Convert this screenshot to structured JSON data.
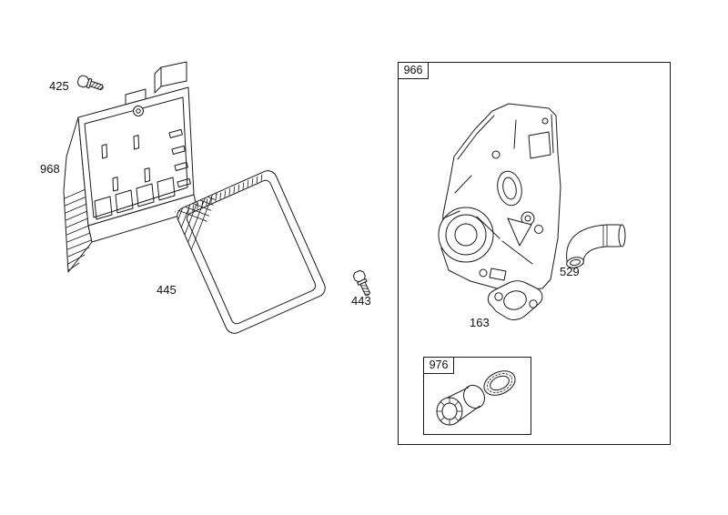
{
  "diagram": {
    "background_color": "#ffffff",
    "line_color": "#1a1a1a",
    "labels": {
      "part_425": "425",
      "part_968": "968",
      "part_445": "445",
      "part_443": "443",
      "part_966": "966",
      "part_529": "529",
      "part_163": "163",
      "part_976": "976"
    }
  }
}
